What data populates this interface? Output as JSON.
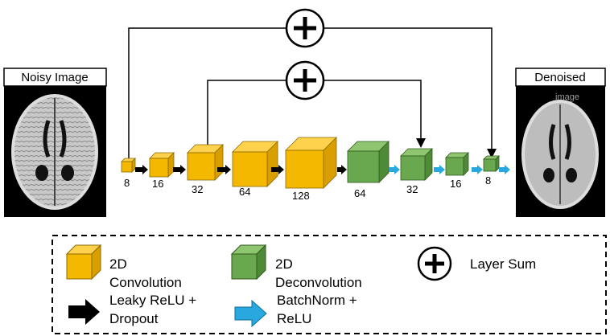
{
  "images": {
    "input_label": "Noisy Image",
    "output_label": "Denoised",
    "output_sublabel": "image"
  },
  "encoder": [
    {
      "channels": "8"
    },
    {
      "channels": "16"
    },
    {
      "channels": "32"
    },
    {
      "channels": "64"
    },
    {
      "channels": "128"
    }
  ],
  "decoder": [
    {
      "channels": "64"
    },
    {
      "channels": "32"
    },
    {
      "channels": "16"
    },
    {
      "channels": "8"
    }
  ],
  "skip_connections": [
    "Layer Sum (8 → 8)",
    "Layer Sum (32 → 32)"
  ],
  "legend": {
    "conv_line1": "2D",
    "conv_line2": "Convolution",
    "deconv_line1": "2D",
    "deconv_line2": "Deconvolution",
    "sum_label": "Layer Sum",
    "leaky_line1": "Leaky ReLU +",
    "leaky_line2": "Dropout",
    "bn_line1": "BatchNorm +",
    "bn_line2": "ReLU"
  },
  "colors": {
    "conv": "#f5b800",
    "deconv": "#6aa84f",
    "leaky_arrow": "#000000",
    "bn_arrow": "#29a8e0"
  }
}
